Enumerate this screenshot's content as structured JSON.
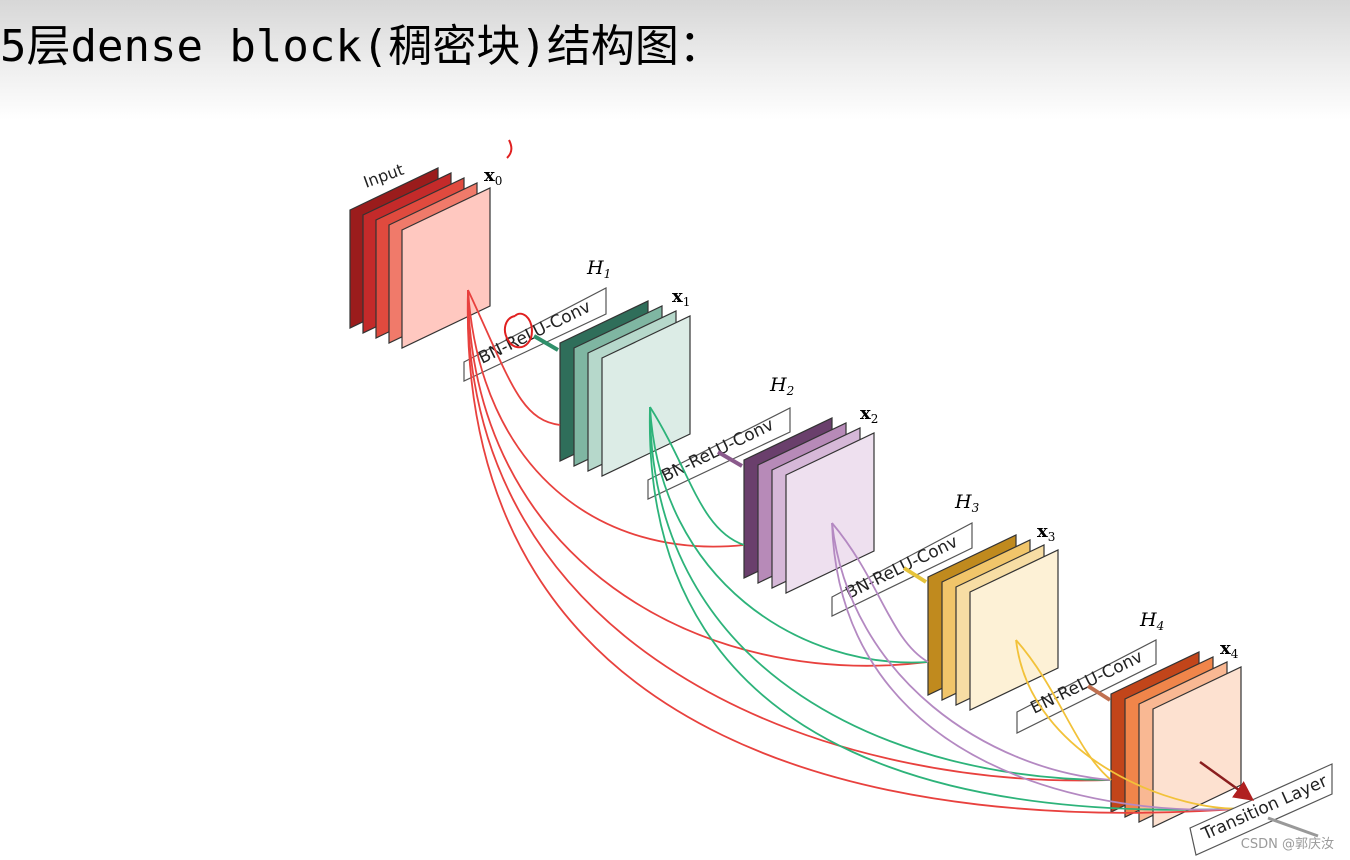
{
  "title": "5层dense block(稠密块)结构图：",
  "diagram": {
    "input_label": "Input",
    "nodes": [
      {
        "id": "x0",
        "label": "x",
        "sub": "0"
      },
      {
        "id": "x1",
        "label": "x",
        "sub": "1"
      },
      {
        "id": "x2",
        "label": "x",
        "sub": "2"
      },
      {
        "id": "x3",
        "label": "x",
        "sub": "3"
      },
      {
        "id": "x4",
        "label": "x",
        "sub": "4"
      }
    ],
    "layers": [
      {
        "h": "H",
        "sub": "1",
        "label": "BN-ReLU-Conv"
      },
      {
        "h": "H",
        "sub": "2",
        "label": "BN-ReLU-Conv"
      },
      {
        "h": "H",
        "sub": "3",
        "label": "BN-ReLU-Conv"
      },
      {
        "h": "H",
        "sub": "4",
        "label": "BN-ReLU-Conv"
      }
    ],
    "transition_label": "Transition Layer",
    "colors": {
      "x0": [
        "#9b1c1c",
        "#c42a2a",
        "#e04a3e",
        "#f07a6a",
        "#ffc8c0"
      ],
      "x1": [
        "#2f6e5a",
        "#7fb6a2",
        "#b6d8cb",
        "#dcece6"
      ],
      "x2": [
        "#6a3f6c",
        "#b78ab8",
        "#d6b8d8",
        "#eee0ef"
      ],
      "x3": [
        "#c08a1e",
        "#f1c56a",
        "#f7dda4",
        "#fdf1d6"
      ],
      "x4": [
        "#c2451a",
        "#f0854a",
        "#f9b893",
        "#fde1d0"
      ],
      "red_conn": "#e8413e",
      "green_conn": "#2db37a",
      "purple_conn": "#b489c2",
      "yellow_conn": "#f2c23a"
    }
  },
  "watermark": "CSDN @郭庆汝"
}
